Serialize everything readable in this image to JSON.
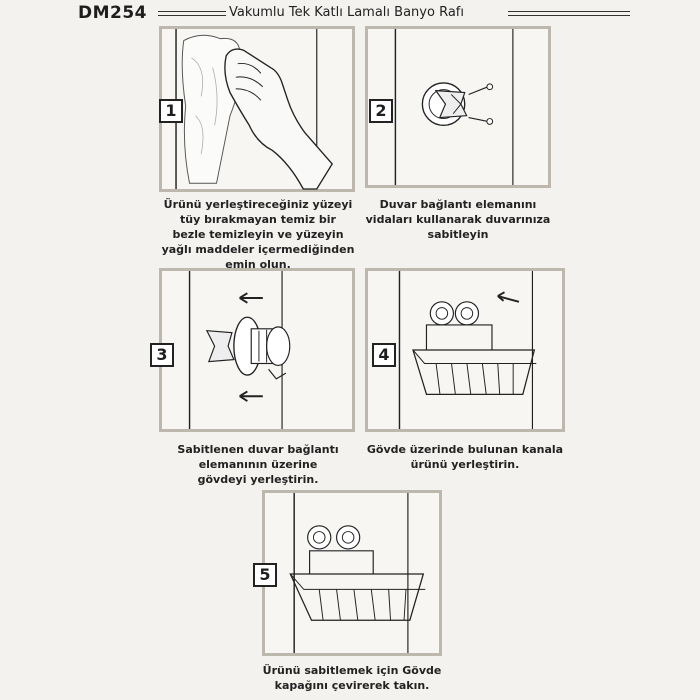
{
  "header": {
    "model": "DM254",
    "title": "Vakumlu Tek Katlı Lamalı Banyo Rafı"
  },
  "steps": [
    {
      "number": "1",
      "caption": [
        "Ürünü yerleştireceğiniz yüzeyi",
        "tüy bırakmayan temiz bir",
        "bezle temizleyin ve yüzeyin",
        "yağlı maddeler içermediğinden",
        "emin olun."
      ]
    },
    {
      "number": "2",
      "caption": [
        "Duvar bağlantı elemanını",
        "vidaları kullanarak duvarınıza",
        "sabitleyin"
      ]
    },
    {
      "number": "3",
      "caption": [
        "Sabitlenen duvar bağlantı",
        "elemanının üzerine",
        "gövdeyi yerleştirin."
      ]
    },
    {
      "number": "4",
      "caption": [
        "Gövde üzerinde bulunan kanala",
        "ürünü yerleştirin."
      ]
    },
    {
      "number": "5",
      "caption": [
        "Ürünü sabitlemek için Gövde",
        "kapağını çevirerek takın."
      ]
    }
  ],
  "colors": {
    "frame": "#bdb7ae",
    "ink": "#1e1e1e",
    "background": "#f4f2ef"
  },
  "icons": [
    "cleaning-hand-icon",
    "wall-mount-screws-icon",
    "suction-cap-icon",
    "wire-basket-icon"
  ]
}
